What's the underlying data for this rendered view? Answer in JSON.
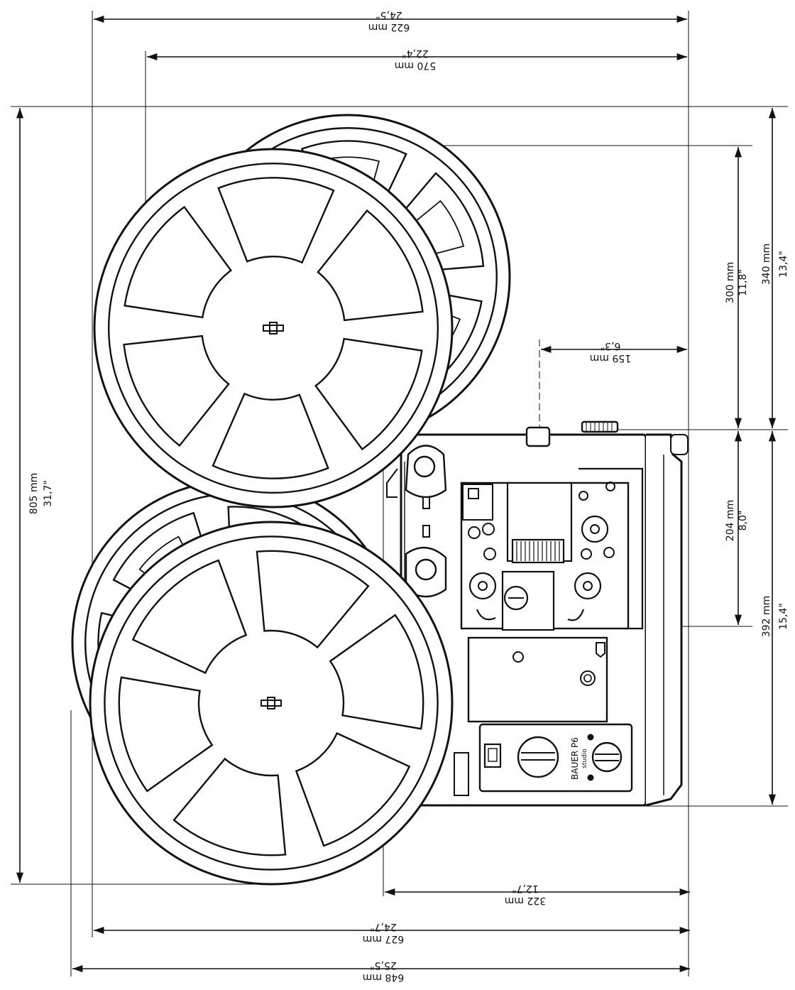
{
  "title": "",
  "dimensions": {
    "width_622": {
      "mm": "622 mm",
      "inch": "24,5\""
    },
    "width_570": {
      "mm": "570 mm",
      "inch": "22,4\""
    },
    "width_159": {
      "mm": "159 mm",
      "inch": "6,3\""
    },
    "width_322": {
      "mm": "322 mm",
      "inch": "12,7\""
    },
    "width_627": {
      "mm": "627 mm",
      "inch": "24,7\""
    },
    "width_648": {
      "mm": "648 mm",
      "inch": "25,5\""
    },
    "height_805": {
      "mm": "805 mm",
      "inch": "31,7\""
    },
    "height_300": {
      "mm": "300 mm",
      "inch": "11,8\""
    },
    "height_340": {
      "mm": "340 mm",
      "inch": "13,4\""
    },
    "height_204": {
      "mm": "204 mm",
      "inch": "8,0\""
    },
    "height_392": {
      "mm": "392 mm",
      "inch": "15,4\""
    }
  },
  "projector": {
    "brand_label": "BAUER P6",
    "model_label": "studio"
  }
}
